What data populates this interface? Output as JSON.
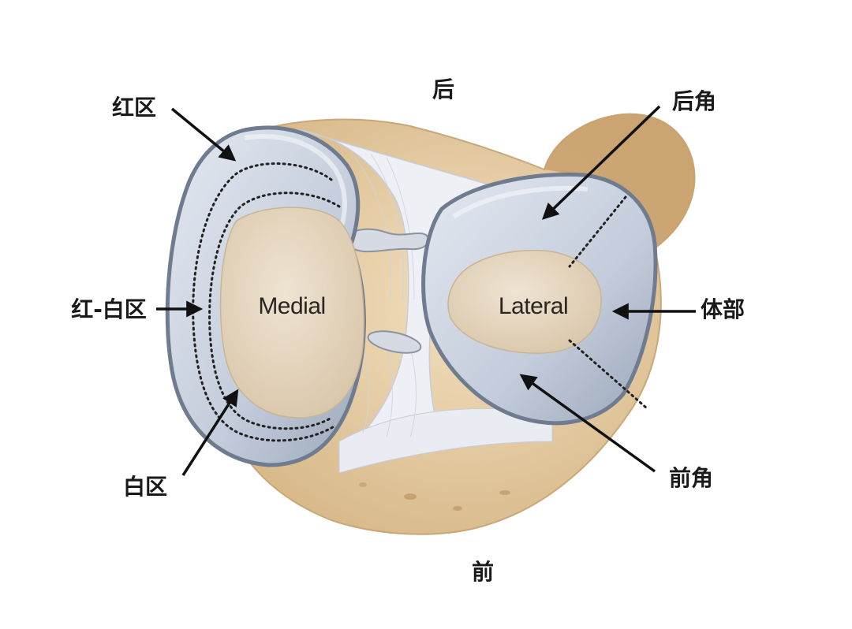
{
  "labels": {
    "posterior": "后",
    "anterior": "前",
    "red_zone": "红区",
    "red_white_zone": "红-白区",
    "white_zone": "白区",
    "posterior_horn": "后角",
    "body": "体部",
    "anterior_horn": "前角",
    "medial": "Medial",
    "lateral": "Lateral"
  },
  "colors": {
    "bone": "#e8d2ac",
    "bone_edge": "#c9a878",
    "meniscus": "#c9d2e0",
    "meniscus_edge": "#6f7b8e",
    "cartilage": "#e6d9c4",
    "ligament": "#eef0f5",
    "arrow": "#111111"
  }
}
